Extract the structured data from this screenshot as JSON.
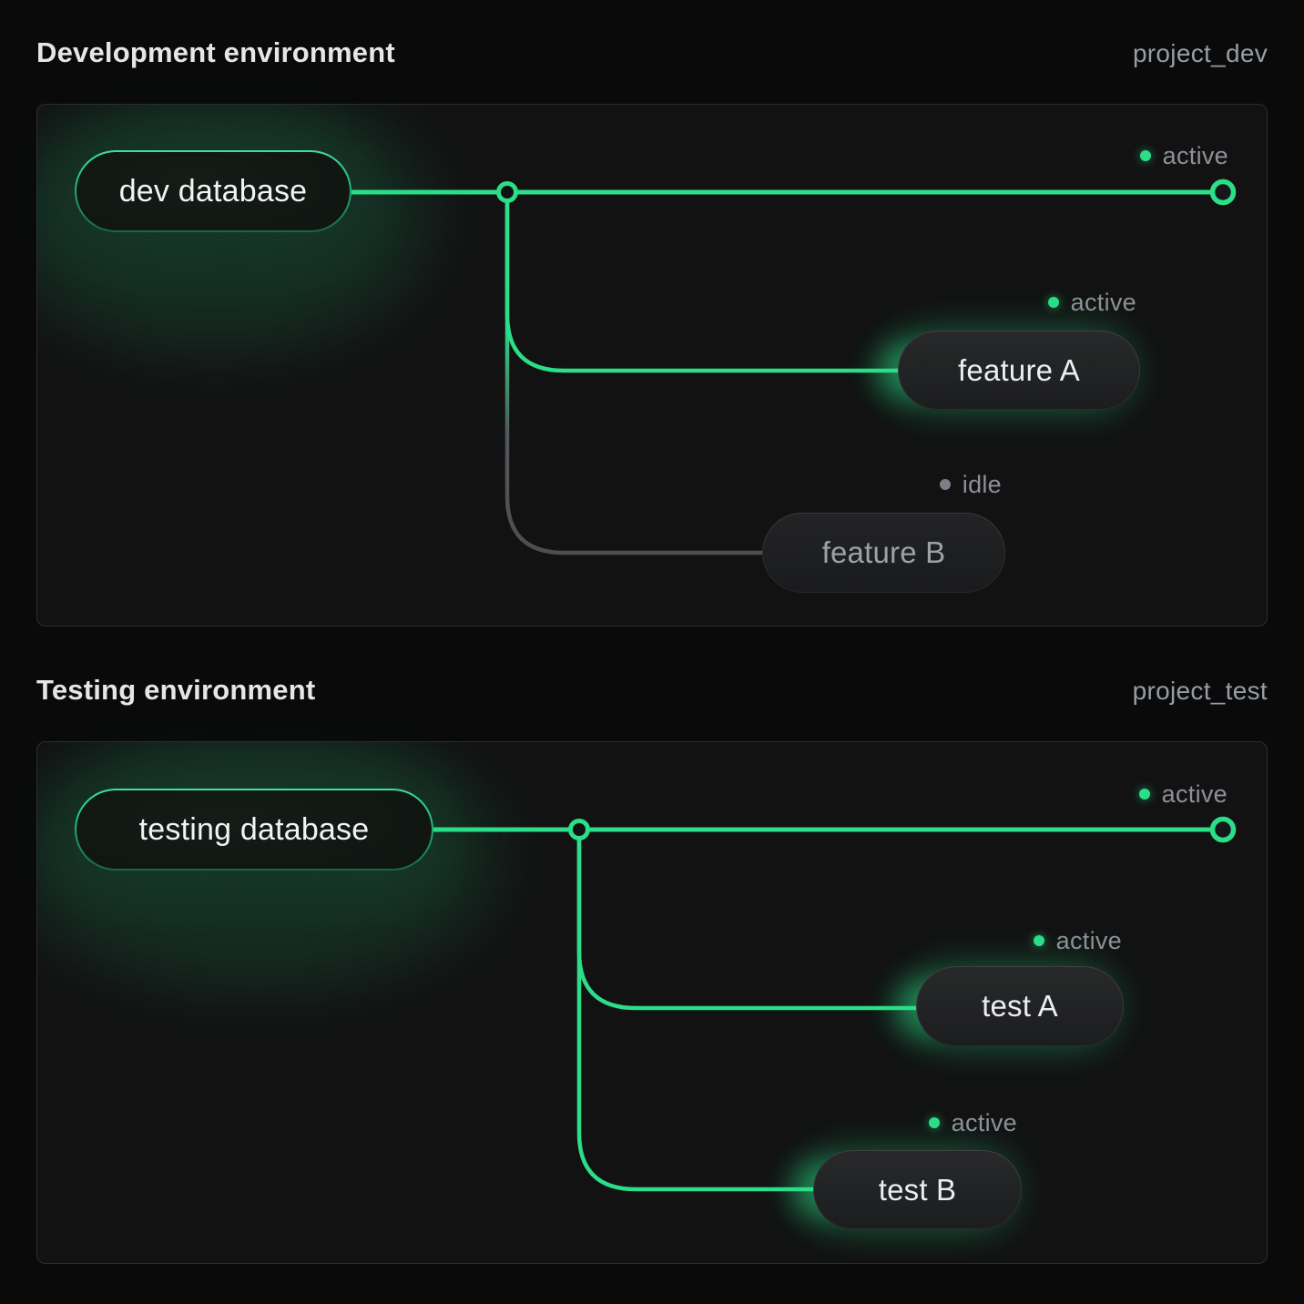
{
  "colors": {
    "accent_green": "#2bde87",
    "idle_line_gray": "#4e5154",
    "status_text_gray": "#8d9197",
    "panel_background": "#121213",
    "page_background": "#0a0a0b"
  },
  "sections": [
    {
      "title": "Development environment",
      "project": "project_dev",
      "database": {
        "label": "dev database"
      },
      "main_branch": {
        "status": "active"
      },
      "branches": [
        {
          "label": "feature A",
          "status": "active"
        },
        {
          "label": "feature B",
          "status": "idle"
        }
      ]
    },
    {
      "title": "Testing environment",
      "project": "project_test",
      "database": {
        "label": "testing database"
      },
      "main_branch": {
        "status": "active"
      },
      "branches": [
        {
          "label": "test A",
          "status": "active"
        },
        {
          "label": "test B",
          "status": "active"
        }
      ]
    }
  ]
}
